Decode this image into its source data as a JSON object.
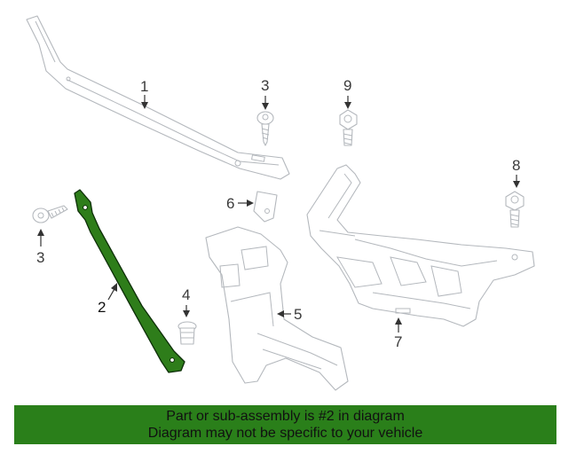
{
  "diagram": {
    "callouts": {
      "c1": "1",
      "c2": "2",
      "c3a": "3",
      "c3b": "3",
      "c4": "4",
      "c5": "5",
      "c6": "6",
      "c7": "7",
      "c8": "8",
      "c9": "9"
    },
    "highlight_color": "#2a7f1a",
    "highlighted_part": "2"
  },
  "banner": {
    "line1": "Part or sub-assembly is #2 in diagram",
    "line2": "Diagram may not be specific to your vehicle"
  }
}
